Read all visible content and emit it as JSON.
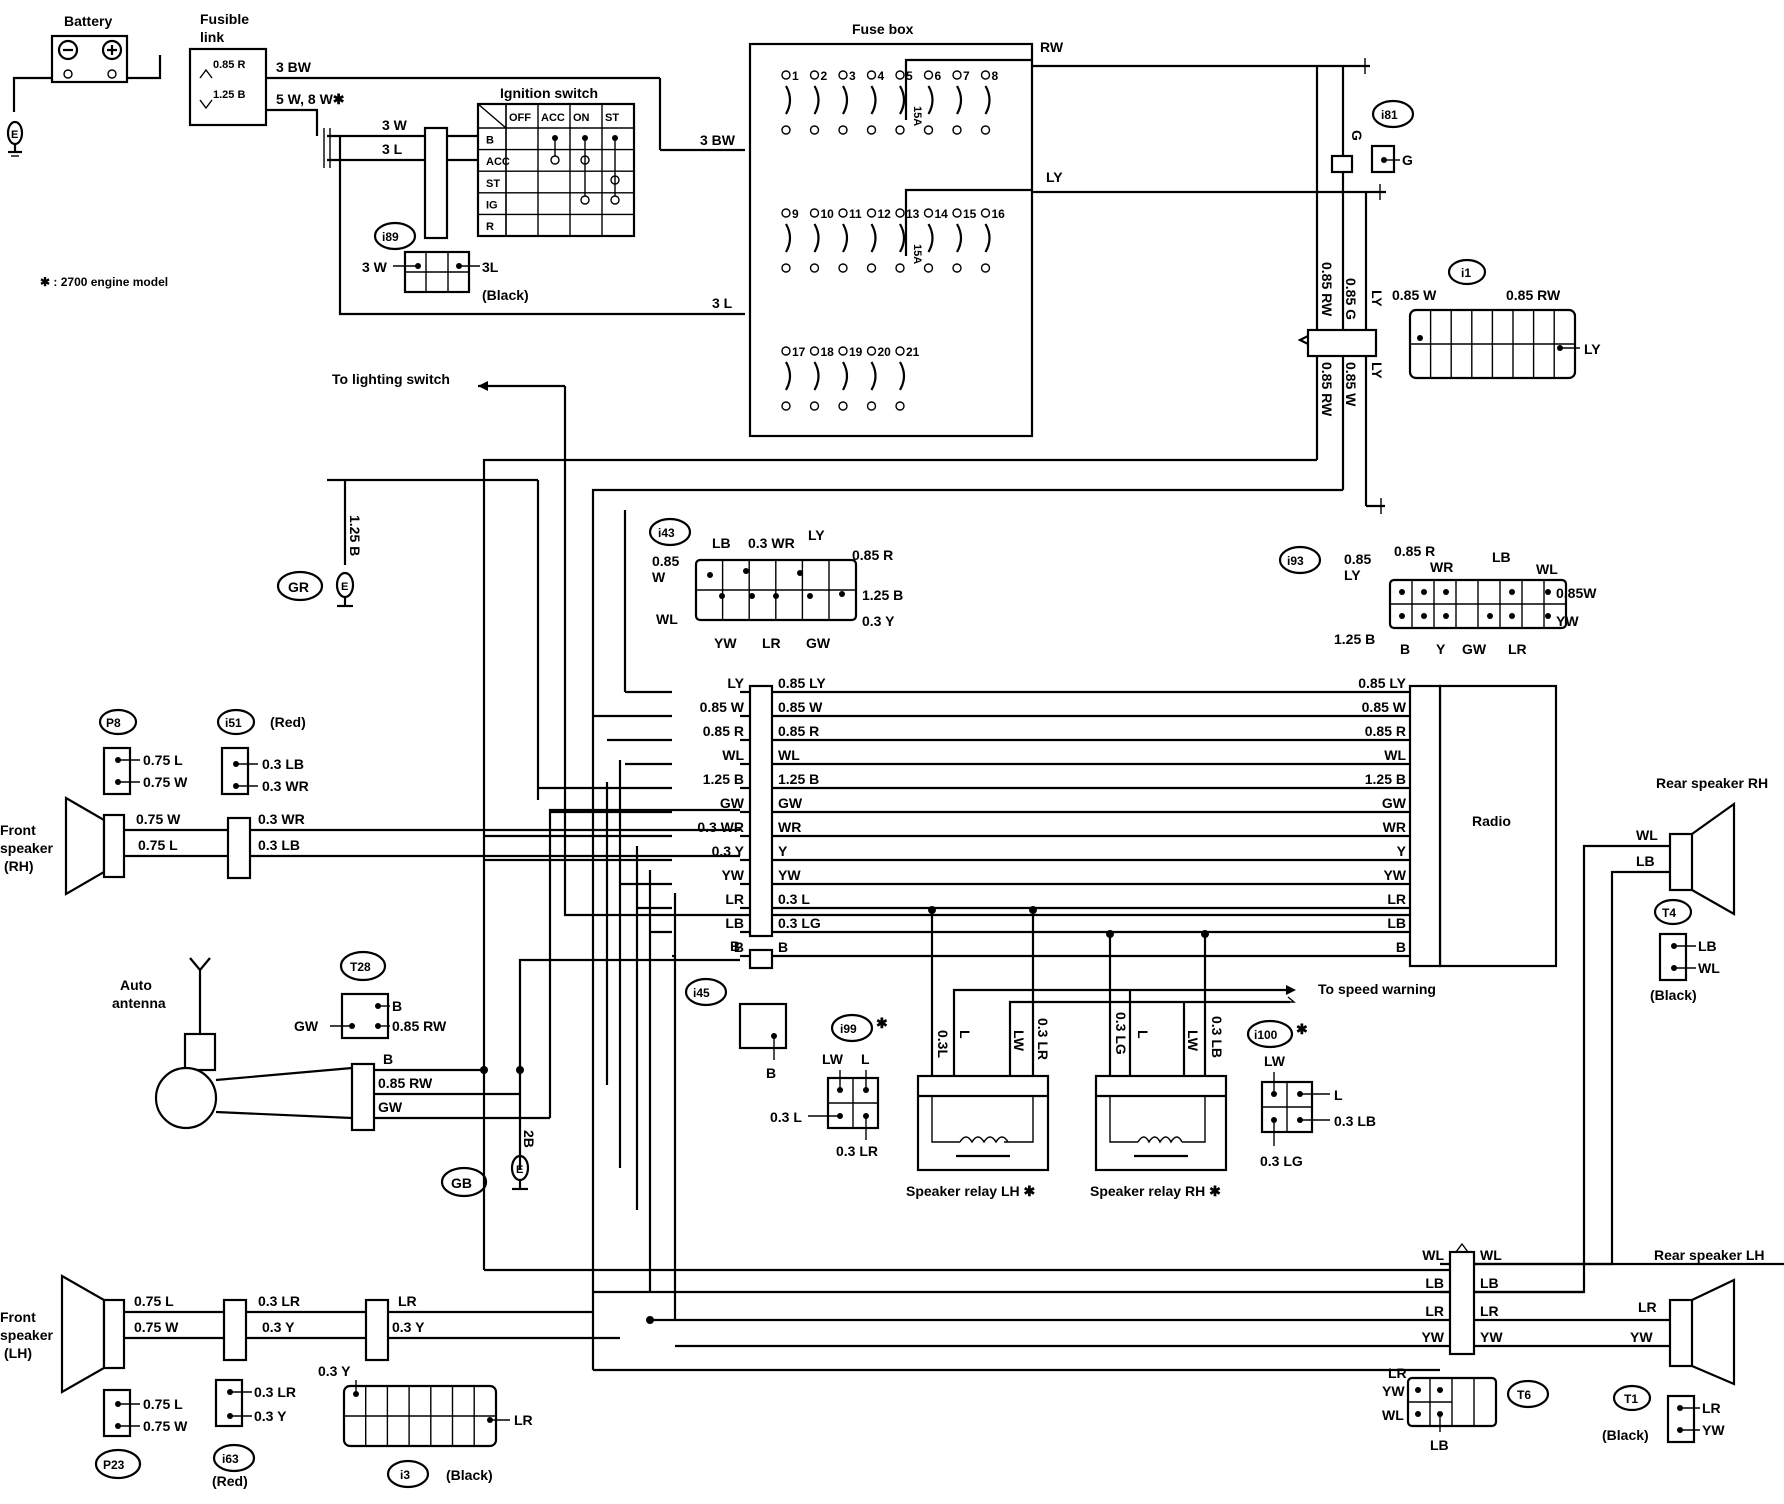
{
  "notes": {
    "asterisk": "✱ : 2700 engine model"
  },
  "power": {
    "battery_label": "Battery",
    "fusible_link_label": "Fusible\nlink",
    "fl_085r": "0.85 R",
    "fl_125b": "1.25 B",
    "w_3bw": "3 BW",
    "w_5w8w": "5 W, 8 W✱",
    "w_3w": "3 W",
    "w_3l": "3 L",
    "w_3bw2": "3 BW",
    "w_3l2": "3 L",
    "w_rw": "RW",
    "w_ly": "LY",
    "ground_e": "E"
  },
  "ignition": {
    "title": "Ignition switch",
    "cols": [
      "OFF",
      "ACC",
      "ON",
      "ST"
    ],
    "rows": [
      "B",
      "ACC",
      "ST",
      "IG",
      "R"
    ]
  },
  "i89": {
    "id": "i89",
    "left": "3 W",
    "right": "3L",
    "color": "(Black)"
  },
  "fusebox": {
    "title": "Fuse box",
    "row1": [
      "1",
      "2",
      "3",
      "4",
      "5",
      "6",
      "7",
      "8"
    ],
    "row2": [
      "9",
      "10",
      "11",
      "12",
      "13",
      "14",
      "15",
      "16"
    ],
    "row3": [
      "17",
      "18",
      "19",
      "20",
      "21"
    ],
    "amp1": "15A",
    "amp2": "15A"
  },
  "i81": {
    "id": "i81",
    "pin": "G",
    "wire": "G"
  },
  "i1": {
    "id": "i1",
    "w1": "0.85 W",
    "w2": "0.85 RW",
    "w3": "LY"
  },
  "bundle_top": {
    "a": "0.85 RW",
    "b": "0.85 G",
    "c": "LY",
    "d": "0.85 RW",
    "e": "0.85 W",
    "f": "LY"
  },
  "lighting": {
    "label": "To lighting switch"
  },
  "gr": {
    "id": "GR",
    "wire": "1.25 B"
  },
  "i43": {
    "id": "i43",
    "labels": [
      "LB",
      "0.3 WR",
      "LY",
      "0.85 R",
      "0.85\nW",
      "1.25 B",
      "0.3 Y",
      "WL",
      "YW",
      "LR",
      "GW"
    ]
  },
  "i93": {
    "id": "i93",
    "labels": [
      "0.85 R",
      "WR",
      "LB",
      "WL",
      "0.85\nLY",
      "0.85W",
      "YW",
      "1.25 B",
      "B",
      "Y",
      "GW",
      "LR"
    ]
  },
  "harness_left": [
    "LY",
    "0.85 W",
    "0.85 R",
    "WL",
    "1.25 B",
    "GW",
    "0.3 WR",
    "0.3 Y",
    "YW",
    "LR",
    "LB",
    "B"
  ],
  "harness_mid": [
    "0.85 LY",
    "0.85 W",
    "0.85 R",
    "WL",
    "1.25 B",
    "GW",
    "WR",
    "Y",
    "YW",
    "0.3 L",
    "0.3 LG",
    "B"
  ],
  "harness_right": [
    "0.85 LY",
    "0.85 W",
    "0.85 R",
    "WL",
    "1.25 B",
    "GW",
    "WR",
    "Y",
    "YW",
    "LR",
    "LB",
    "B"
  ],
  "radio": {
    "label": "Radio"
  },
  "p8": {
    "id": "P8",
    "a": "0.75 L",
    "b": "0.75 W"
  },
  "i51": {
    "id": "i51",
    "color": "(Red)",
    "a": "0.3 LB",
    "b": "0.3 WR"
  },
  "front_rh": {
    "label": "Front\nspeaker\n(RH)",
    "w1": "0.75 W",
    "w2": "0.75 L",
    "w3": "0.3 WR",
    "w4": "0.3 LB"
  },
  "t28": {
    "id": "T28",
    "a": "B",
    "b": "0.85 RW",
    "c": "GW"
  },
  "antenna": {
    "label": "Auto\nantenna",
    "b": "B",
    "rw": "0.85 RW",
    "gw": "GW"
  },
  "gb": {
    "id": "GB",
    "wire": "2B"
  },
  "i45": {
    "id": "i45",
    "pin": "B"
  },
  "i99": {
    "id": "i99",
    "star": "✱",
    "a": "LW",
    "b": "L",
    "c": "0.3 L",
    "d": "0.3 LR"
  },
  "relay_lh": {
    "label": "Speaker relay LH ✱",
    "w1": "0.3L",
    "w2": "L",
    "w3": "LW",
    "w4": "0.3 LR"
  },
  "relay_rh": {
    "label": "Speaker relay RH ✱",
    "w1": "0.3 LG",
    "w2": "L",
    "w3": "LW",
    "w4": "0.3 LB"
  },
  "speed_warning": {
    "label": "To speed warning"
  },
  "i100": {
    "id": "i100",
    "star": "✱",
    "a": "LW",
    "b": "L",
    "c": "0.3 LB",
    "d": "0.3 LG"
  },
  "rear_rh": {
    "label": "Rear speaker RH",
    "a": "WL",
    "b": "LB"
  },
  "t4": {
    "id": "T4",
    "a": "LB",
    "b": "WL",
    "color": "(Black)"
  },
  "rear_lh": {
    "label": "Rear speaker LH",
    "a": "LR",
    "b": "YW"
  },
  "joint_rear": {
    "left": [
      "WL",
      "LB",
      "LR",
      "YW"
    ],
    "right": [
      "WL",
      "LB",
      "LR",
      "YW"
    ]
  },
  "t6": {
    "id": "T6",
    "a": "LR",
    "b": "YW",
    "c": "WL",
    "d": "LB"
  },
  "t1": {
    "id": "T1",
    "a": "LR",
    "b": "YW",
    "color": "(Black)"
  },
  "front_lh": {
    "label": "Front\nspeaker\n(LH)",
    "w1": "0.75 L",
    "w2": "0.75 W",
    "w3": "0.3 LR",
    "w4": "0.3 Y",
    "w5": "LR",
    "w6": "0.3 Y"
  },
  "p23": {
    "id": "P23",
    "a": "0.75 L",
    "b": "0.75 W"
  },
  "i63": {
    "id": "i63",
    "color": "(Red)",
    "a": "0.3 LR",
    "b": "0.3 Y"
  },
  "i3": {
    "id": "i3",
    "color": "(Black)",
    "a": "0.3 Y",
    "b": "LR"
  }
}
